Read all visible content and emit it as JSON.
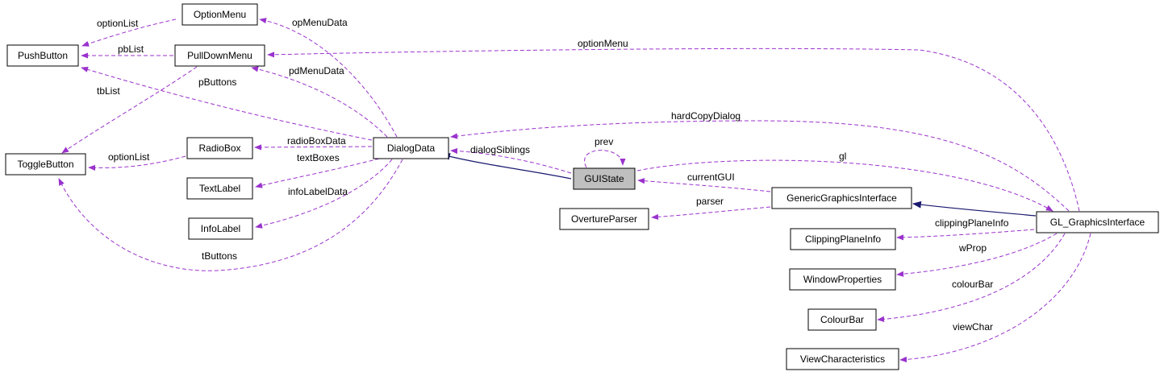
{
  "diagram": {
    "colors": {
      "usage_edge": "#9a32cd",
      "inheritance_edge": "#191970",
      "focus_fill": "#bfbfbf",
      "node_fill": "#ffffff",
      "node_stroke": "#000000"
    },
    "nodes": [
      {
        "id": "OptionMenu",
        "label": "OptionMenu"
      },
      {
        "id": "PushButton",
        "label": "PushButton"
      },
      {
        "id": "PullDownMenu",
        "label": "PullDownMenu"
      },
      {
        "id": "ToggleButton",
        "label": "ToggleButton"
      },
      {
        "id": "RadioBox",
        "label": "RadioBox"
      },
      {
        "id": "TextLabel",
        "label": "TextLabel"
      },
      {
        "id": "InfoLabel",
        "label": "InfoLabel"
      },
      {
        "id": "DialogData",
        "label": "DialogData"
      },
      {
        "id": "GUIState",
        "label": "GUIState",
        "focus": true
      },
      {
        "id": "OvertureParser",
        "label": "OvertureParser"
      },
      {
        "id": "GenericGraphicsInterface",
        "label": "GenericGraphicsInterface"
      },
      {
        "id": "GL_GraphicsInterface",
        "label": "GL_GraphicsInterface"
      },
      {
        "id": "ClippingPlaneInfo",
        "label": "ClippingPlaneInfo"
      },
      {
        "id": "WindowProperties",
        "label": "WindowProperties"
      },
      {
        "id": "ColourBar",
        "label": "ColourBar"
      },
      {
        "id": "ViewCharacteristics",
        "label": "ViewCharacteristics"
      }
    ],
    "edges": [
      {
        "from": "OptionMenu",
        "to": "PushButton",
        "label": "optionList",
        "kind": "usage"
      },
      {
        "from": "PullDownMenu",
        "to": "PushButton",
        "label": "pbList",
        "kind": "usage"
      },
      {
        "from": "PullDownMenu",
        "to": "ToggleButton",
        "label": "tbList",
        "kind": "usage"
      },
      {
        "from": "RadioBox",
        "to": "ToggleButton",
        "label": "optionList",
        "kind": "usage"
      },
      {
        "from": "DialogData",
        "to": "OptionMenu",
        "label": "opMenuData",
        "kind": "usage"
      },
      {
        "from": "DialogData",
        "to": "PullDownMenu",
        "label": "pdMenuData",
        "kind": "usage"
      },
      {
        "from": "DialogData",
        "to": "PushButton",
        "label": "pButtons",
        "kind": "usage"
      },
      {
        "from": "DialogData",
        "to": "RadioBox",
        "label": "radioBoxData",
        "kind": "usage"
      },
      {
        "from": "DialogData",
        "to": "TextLabel",
        "label": "textBoxes",
        "kind": "usage"
      },
      {
        "from": "DialogData",
        "to": "InfoLabel",
        "label": "infoLabelData",
        "kind": "usage"
      },
      {
        "from": "DialogData",
        "to": "ToggleButton",
        "label": "tButtons",
        "kind": "usage"
      },
      {
        "from": "GL_GraphicsInterface",
        "to": "PullDownMenu",
        "label": "optionMenu",
        "kind": "usage"
      },
      {
        "from": "GL_GraphicsInterface",
        "to": "DialogData",
        "label": "hardCopyDialog",
        "kind": "usage"
      },
      {
        "from": "GUIState",
        "to": "DialogData",
        "label": "dialogSiblings",
        "kind": "usage"
      },
      {
        "from": "GUIState",
        "to": "DialogData",
        "label": "",
        "kind": "inheritance"
      },
      {
        "from": "GUIState",
        "to": "GUIState",
        "label": "prev",
        "kind": "usage"
      },
      {
        "from": "GUIState",
        "to": "GL_GraphicsInterface",
        "label": "gl",
        "kind": "usage"
      },
      {
        "from": "GenericGraphicsInterface",
        "to": "GUIState",
        "label": "currentGUI",
        "kind": "usage"
      },
      {
        "from": "GenericGraphicsInterface",
        "to": "OvertureParser",
        "label": "parser",
        "kind": "usage"
      },
      {
        "from": "GL_GraphicsInterface",
        "to": "GenericGraphicsInterface",
        "label": "",
        "kind": "inheritance"
      },
      {
        "from": "GL_GraphicsInterface",
        "to": "ClippingPlaneInfo",
        "label": "clippingPlaneInfo",
        "kind": "usage"
      },
      {
        "from": "GL_GraphicsInterface",
        "to": "WindowProperties",
        "label": "wProp",
        "kind": "usage"
      },
      {
        "from": "GL_GraphicsInterface",
        "to": "ColourBar",
        "label": "colourBar",
        "kind": "usage"
      },
      {
        "from": "GL_GraphicsInterface",
        "to": "ViewCharacteristics",
        "label": "viewChar",
        "kind": "usage"
      }
    ]
  }
}
